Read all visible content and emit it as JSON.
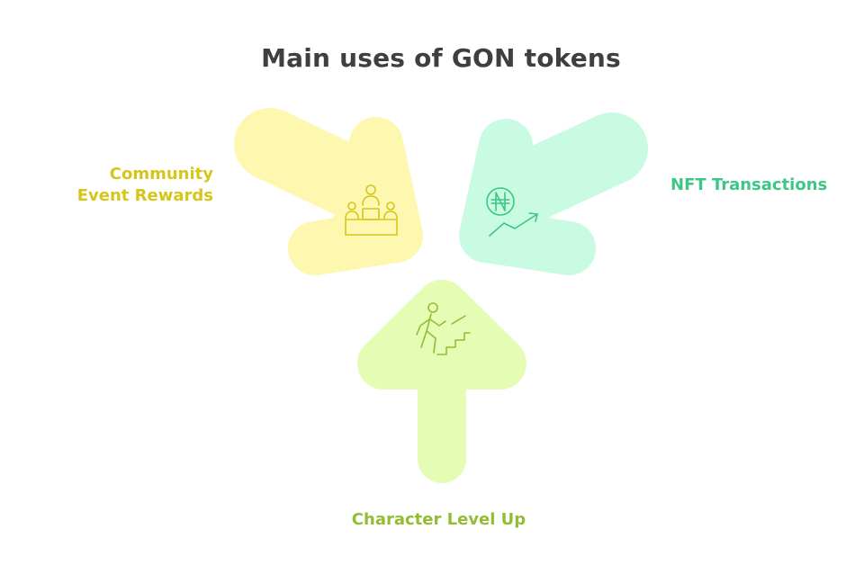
{
  "title": "Main uses of GON tokens",
  "items": [
    {
      "label": "Community Event Rewards",
      "icon": "podium-people-icon",
      "color": "#d6c61a",
      "arrow_fill": "#fdf7b0"
    },
    {
      "label": "NFT Transactions",
      "icon": "naira-coin-growth-icon",
      "color": "#3ec684",
      "arrow_fill": "#c8fbe2"
    },
    {
      "label": "Character Level Up",
      "icon": "person-climbing-stairs-icon",
      "color": "#92bd34",
      "arrow_fill": "#e4fcb4"
    }
  ]
}
